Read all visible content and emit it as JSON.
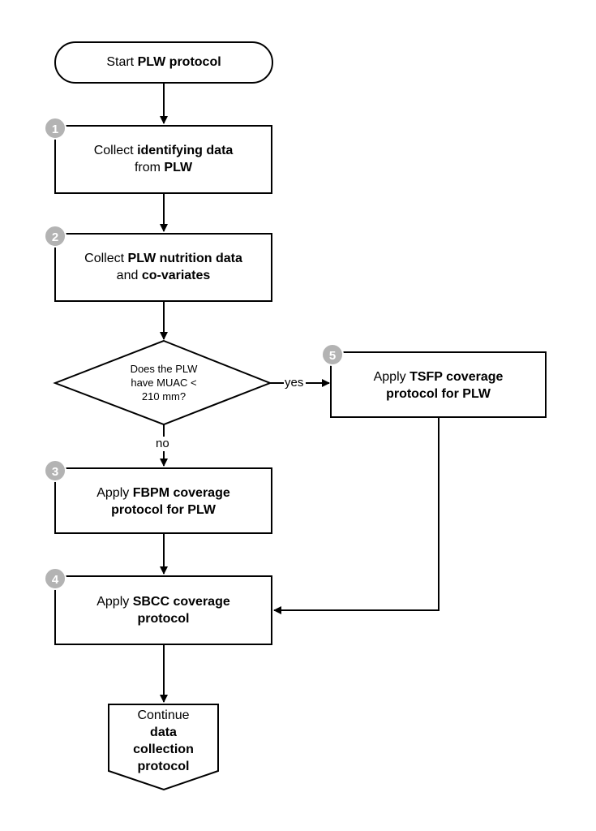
{
  "start": {
    "prefix": "Start ",
    "bold": "PLW protocol"
  },
  "steps": [
    {
      "number": "1",
      "line1_a": "Collect ",
      "line1_b": "identifying data",
      "line2_a": "from ",
      "line2_b": "PLW"
    },
    {
      "number": "2",
      "line1_a": "Collect ",
      "line1_b": "PLW nutrition data",
      "line2_a": "and ",
      "line2_b": "co-variates"
    },
    {
      "number": "3",
      "line1_a": "Apply ",
      "line1_b": "FBPM coverage",
      "line2_a": "",
      "line2_b": "protocol for PLW"
    },
    {
      "number": "4",
      "line1_a": "Apply ",
      "line1_b": "SBCC coverage",
      "line2_a": "",
      "line2_b": "protocol"
    },
    {
      "number": "5",
      "line1_a": "Apply ",
      "line1_b": "TSFP coverage",
      "line2_a": "",
      "line2_b": "protocol for PLW"
    }
  ],
  "decision": {
    "line1": "Does the PLW",
    "line2": "have MUAC <",
    "line3": "210 mm?"
  },
  "edge_labels": {
    "yes": "yes",
    "no": "no"
  },
  "end": {
    "line1": "Continue",
    "line2": "data",
    "line3": "collection",
    "line4": "protocol"
  },
  "colors": {
    "stroke": "#000000",
    "badge": "#b3b3b3",
    "badge_text": "#ffffff",
    "background": "#ffffff"
  }
}
